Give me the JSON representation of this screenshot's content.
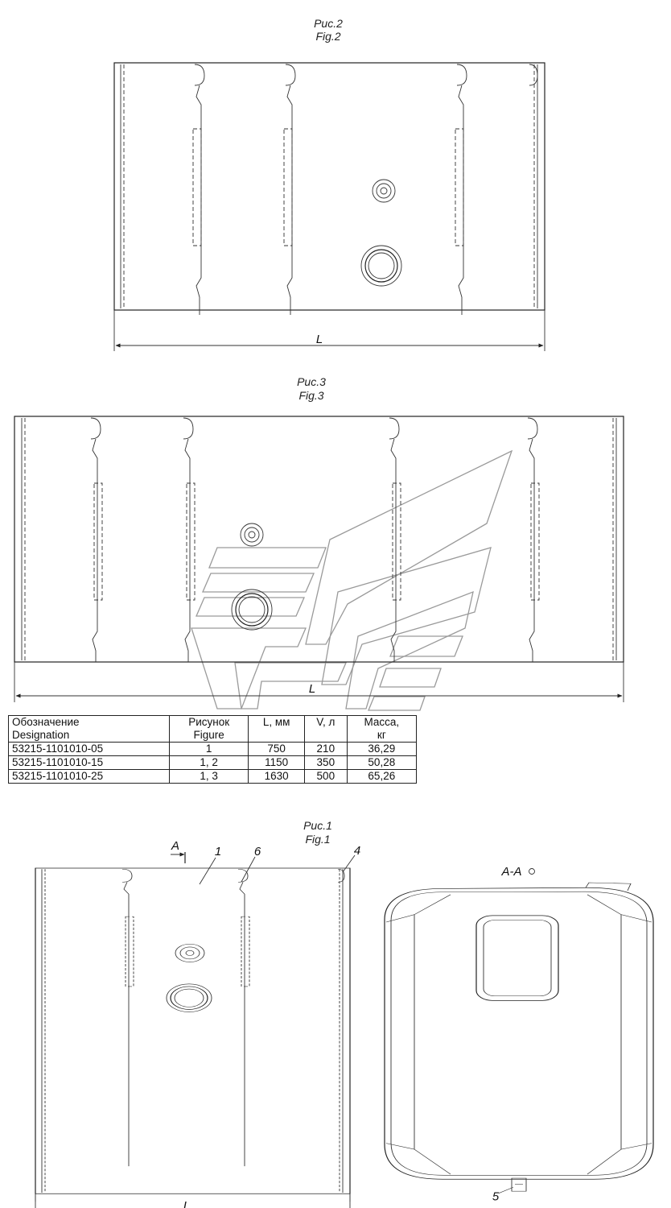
{
  "figures": {
    "fig2": {
      "caption_ru": "Рис.2",
      "caption_en": "Fig.2",
      "dim_label": "L"
    },
    "fig3": {
      "caption_ru": "Рис.3",
      "caption_en": "Fig.3",
      "dim_label": "L"
    },
    "fig1": {
      "caption_ru": "Рис.1",
      "caption_en": "Fig.1",
      "dim_label": "L",
      "section_mark": "A",
      "section_title": "А-А",
      "callouts": [
        "1",
        "6",
        "4",
        "5"
      ]
    }
  },
  "table": {
    "headers": [
      [
        "Обозначение",
        "Designation"
      ],
      [
        "Рисунок",
        "Figure"
      ],
      [
        "L, мм"
      ],
      [
        "V, л"
      ],
      [
        "Масса,",
        "кг"
      ]
    ],
    "rows": [
      [
        "53215-1101010-05",
        "1",
        "750",
        "210",
        "36,29"
      ],
      [
        "53215-1101010-15",
        "1, 2",
        "1150",
        "350",
        "50,28"
      ],
      [
        "53215-1101010-25",
        "1, 3",
        "1630",
        "500",
        "65,26"
      ]
    ]
  }
}
